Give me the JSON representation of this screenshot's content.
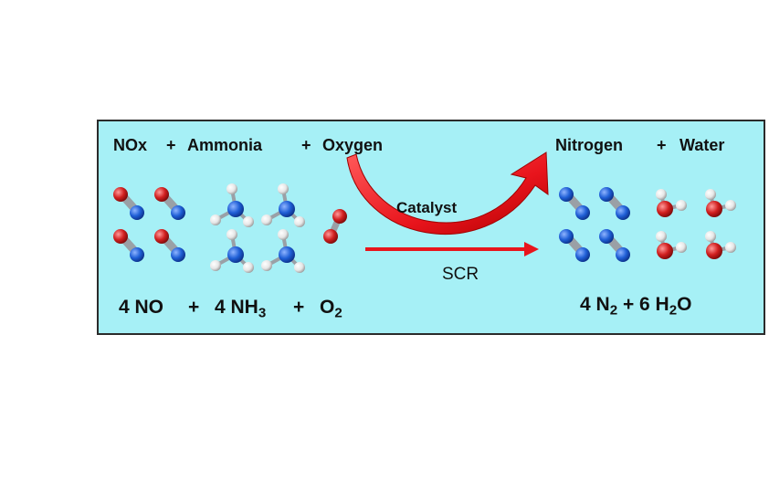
{
  "labels": {
    "nox": "NOx",
    "plus": "+",
    "ammonia": "Ammonia",
    "oxygen": "Oxygen",
    "nitrogen": "Nitrogen",
    "water": "Water",
    "catalyst": "Catalyst",
    "scr": "SCR"
  },
  "reactants_equation": {
    "term1": "4 NO",
    "term2_coef": "4 NH",
    "term2_sub": "3",
    "term3_base": "O",
    "term3_sub": "2"
  },
  "products_equation": {
    "term1_base": "4 N",
    "term1_sub": "2",
    "term2_base": "6 H",
    "term2_sub": "2",
    "term2_tail": "O"
  },
  "colors": {
    "panel_bg": "#a6f0f6",
    "arrow": "#e8141c",
    "nitrogen_atom": "#1f5fd6",
    "oxygen_atom": "#d11f1f",
    "hydrogen_atom": "#e6e6e6"
  }
}
